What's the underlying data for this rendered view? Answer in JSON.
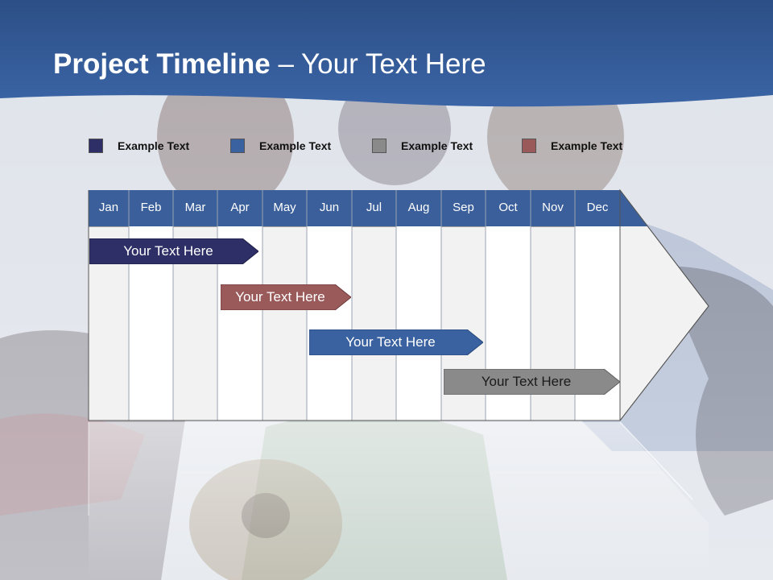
{
  "slide": {
    "title_bold": "Project Timeline",
    "title_rest": " – Your Text Here"
  },
  "legend": [
    {
      "label": "Example Text",
      "color": "#2e2f66"
    },
    {
      "label": "Example Text",
      "color": "#3a62a0"
    },
    {
      "label": "Example Text",
      "color": "#8a8a8a"
    },
    {
      "label": "Example Text",
      "color": "#9a5a5a"
    }
  ],
  "months": [
    "Jan",
    "Feb",
    "Mar",
    "Apr",
    "May",
    "Jun",
    "Jul",
    "Aug",
    "Sep",
    "Oct",
    "Nov",
    "Dec"
  ],
  "tasks": [
    {
      "label": "Your  Text Here",
      "color": "#2e2f66"
    },
    {
      "label": "Your  Text Here",
      "color": "#9a5a5a"
    },
    {
      "label": "Your  Text Here",
      "color": "#3a62a0"
    },
    {
      "label": "Your  Text Here",
      "color": "#8a8a8a"
    }
  ]
}
